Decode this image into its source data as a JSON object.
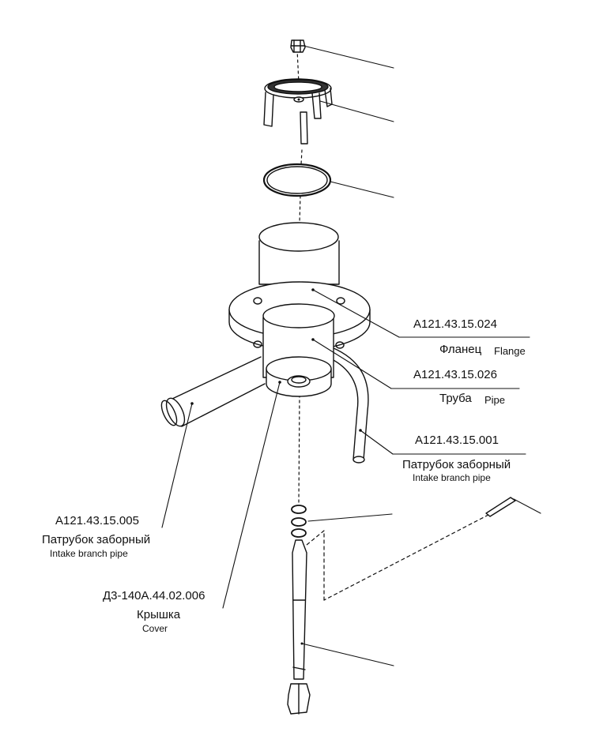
{
  "callouts": [
    {
      "id": "flange",
      "part_number": "А121.43.15.024",
      "name_ru": "Фланец",
      "name_en": "Flange"
    },
    {
      "id": "pipe",
      "part_number": "А121.43.15.026",
      "name_ru": "Труба",
      "name_en": "Pipe"
    },
    {
      "id": "intake-right",
      "part_number": "А121.43.15.001",
      "name_ru": "Патрубок заборный",
      "name_en": "Intake branch pipe"
    },
    {
      "id": "intake-left",
      "part_number": "А121.43.15.005",
      "name_ru": "Патрубок заборный",
      "name_en": "Intake branch pipe"
    },
    {
      "id": "cover",
      "part_number": "Д3-140А.44.02.006",
      "name_ru": "Крышка",
      "name_en": "Cover"
    }
  ]
}
